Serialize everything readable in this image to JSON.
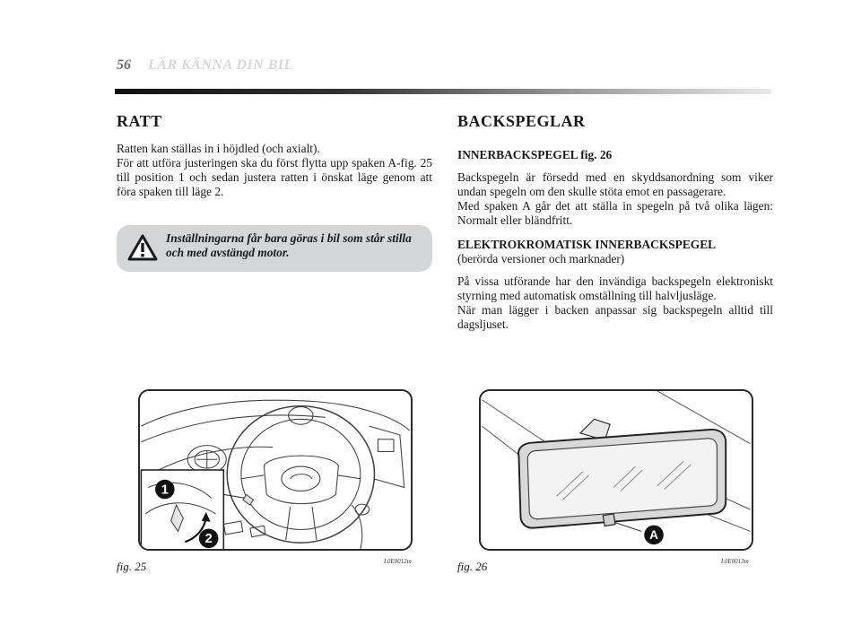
{
  "header": {
    "page_number": "56",
    "title": "LÄR KÄNNA DIN BIL"
  },
  "ratt": {
    "heading": "RATT",
    "para1": "Ratten kan ställas in i höjdled (och axialt).",
    "para2": "För att utföra justeringen ska du först flytta upp spaken A-fig. 25 till position 1 och sedan justera ratten i önskat läge genom att föra spaken till läge 2.",
    "warning": "Inställningarna får bara göras i bil som står stilla och med avstängd motor."
  },
  "backspeglar": {
    "heading": "BACKSPEGLAR",
    "sub1": "INNERBACKSPEGEL fig. 26",
    "para1": "Backspegeln är försedd med en skyddsanordning som viker undan spegeln om den skulle stöta emot en passagerare.",
    "para2": "Med spaken A går det att ställa in spegeln på två olika lägen: Normalt eller bländfritt.",
    "sub2": "ELEKTROKROMATISK INNERBACKSPEGEL",
    "sub2_note": "(berörda versioner och marknader)",
    "para3": "På vissa utförande har den invändiga backspegeln elektroniskt styrning med automatisk omställning till halvljusläge.",
    "para4": "När man lägger i backen anpassar sig backspegeln alltid till dagsljuset."
  },
  "figures": {
    "fig25": {
      "caption": "fig. 25",
      "code": "L0E0012m",
      "label1": "1",
      "label2": "2"
    },
    "fig26": {
      "caption": "fig. 26",
      "code": "L0E0013m",
      "label_a": "A"
    }
  },
  "colors": {
    "warning_bg": "#d5d6d7",
    "running_title": "#d7d7d7"
  },
  "icons": {
    "warning": "warning-triangle-icon"
  }
}
